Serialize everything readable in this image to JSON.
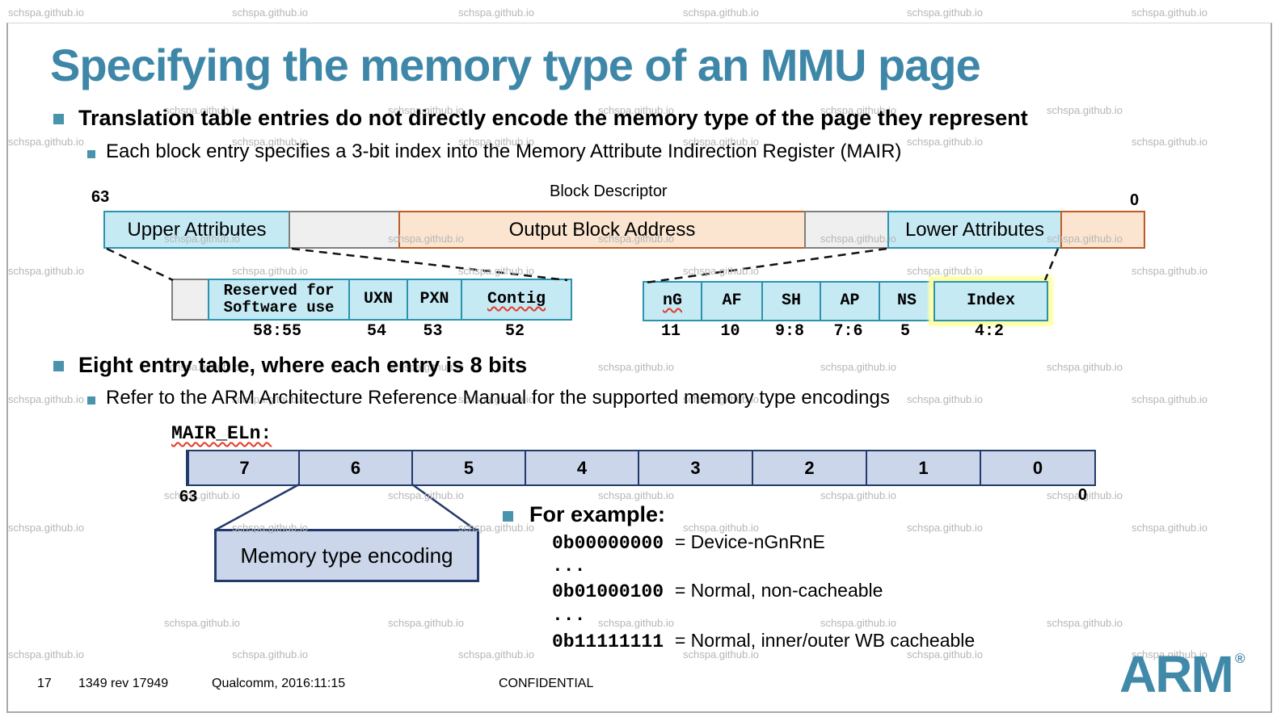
{
  "watermark": {
    "text": "schspa.github.io"
  },
  "slide": {
    "title": "Specifying the memory type of an MMU page",
    "bullet1": "Translation table entries do not directly encode the memory type of the page they represent",
    "bullet1_sub": "Each block entry specifies a 3-bit index into the Memory Attribute Indirection Register (MAIR)",
    "bullet2": "Eight entry table, where each entry is 8 bits",
    "bullet2_sub": "Refer to the ARM Architecture Reference Manual for the supported memory type encodings"
  },
  "block_descriptor": {
    "caption": "Block Descriptor",
    "bit_high": "63",
    "bit_low": "0",
    "segments": [
      {
        "label": "Upper Attributes"
      },
      {
        "label": ""
      },
      {
        "label": "Output Block Address"
      },
      {
        "label": ""
      },
      {
        "label": "Lower Attributes"
      },
      {
        "label": ""
      }
    ],
    "upper_fields": [
      {
        "label": "",
        "bits": ""
      },
      {
        "label": "Reserved for Software use",
        "bits": "58:55"
      },
      {
        "label": "UXN",
        "bits": "54"
      },
      {
        "label": "PXN",
        "bits": "53"
      },
      {
        "label": "Contig",
        "bits": "52"
      }
    ],
    "lower_fields": [
      {
        "label": "nG",
        "bits": "11"
      },
      {
        "label": "AF",
        "bits": "10"
      },
      {
        "label": "SH",
        "bits": "9:8"
      },
      {
        "label": "AP",
        "bits": "7:6"
      },
      {
        "label": "NS",
        "bits": "5"
      },
      {
        "label": "Index",
        "bits": "4:2"
      }
    ]
  },
  "mair": {
    "label": "MAIR_ELn:",
    "bit_high": "63",
    "bit_low": "0",
    "entries": [
      "7",
      "6",
      "5",
      "4",
      "3",
      "2",
      "1",
      "0"
    ],
    "callout": "Memory type encoding"
  },
  "examples": {
    "heading": "For example:",
    "items": [
      {
        "code": "0b00000000",
        "desc": "= Device-nGnRnE"
      },
      {
        "code": "...",
        "desc": ""
      },
      {
        "code": "0b01000100",
        "desc": "= Normal, non-cacheable"
      },
      {
        "code": "...",
        "desc": ""
      },
      {
        "code": "0b11111111",
        "desc": "= Normal, inner/outer WB cacheable"
      }
    ]
  },
  "footer": {
    "page": "17",
    "rev": "1349 rev 17949",
    "org": "Qualcomm, 2016:11:15",
    "classification": "CONFIDENTIAL"
  },
  "logo": {
    "text": "ARM",
    "reg": "®"
  },
  "colors": {
    "title_teal": "#3e87a8",
    "bullet_teal": "#4a93ad",
    "cyan_fill": "#c5eaf4",
    "cyan_border": "#2b93ae",
    "gray_fill": "#efefef",
    "gray_border": "#7f7f7f",
    "orange_fill": "#fbe5d0",
    "orange_border": "#bf5b28",
    "lavender_fill": "#ccd6eb",
    "navy_border": "#233a6a",
    "highlight_yellow": "#ffffa6",
    "watermark_gray": "#b6b6b6",
    "squiggle_red": "#e43b2c"
  }
}
